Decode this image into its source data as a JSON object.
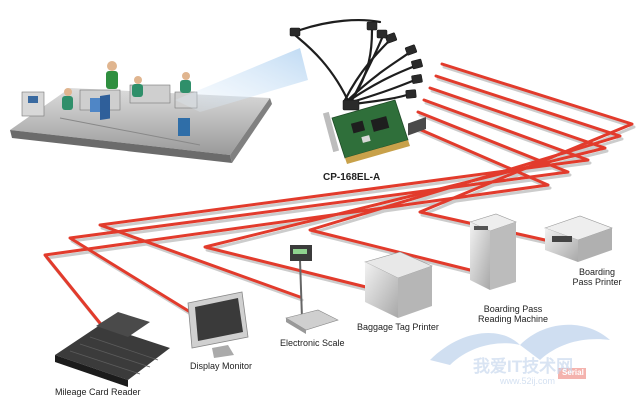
{
  "diagram": {
    "card_label": "CP-168EL-A",
    "devices": [
      {
        "id": "mileage-card-reader",
        "label": "Mileage Card Reader"
      },
      {
        "id": "display-monitor",
        "label": "Display Monitor"
      },
      {
        "id": "electronic-scale",
        "label": "Electronic Scale"
      },
      {
        "id": "baggage-tag-printer",
        "label": "Baggage Tag Printer"
      },
      {
        "id": "boarding-pass-reader",
        "label": "Boarding Pass Reading Machine"
      },
      {
        "id": "boarding-pass-printer",
        "label": "Boarding Pass Printer"
      }
    ],
    "watermark": {
      "cn": "我爱IT技术网",
      "url": "www.52ij.com",
      "badge": "Serial"
    },
    "colors": {
      "cable": "#e23b2c",
      "cable_shadow": "#c9c9c9",
      "card": "#2f6f3a"
    }
  }
}
